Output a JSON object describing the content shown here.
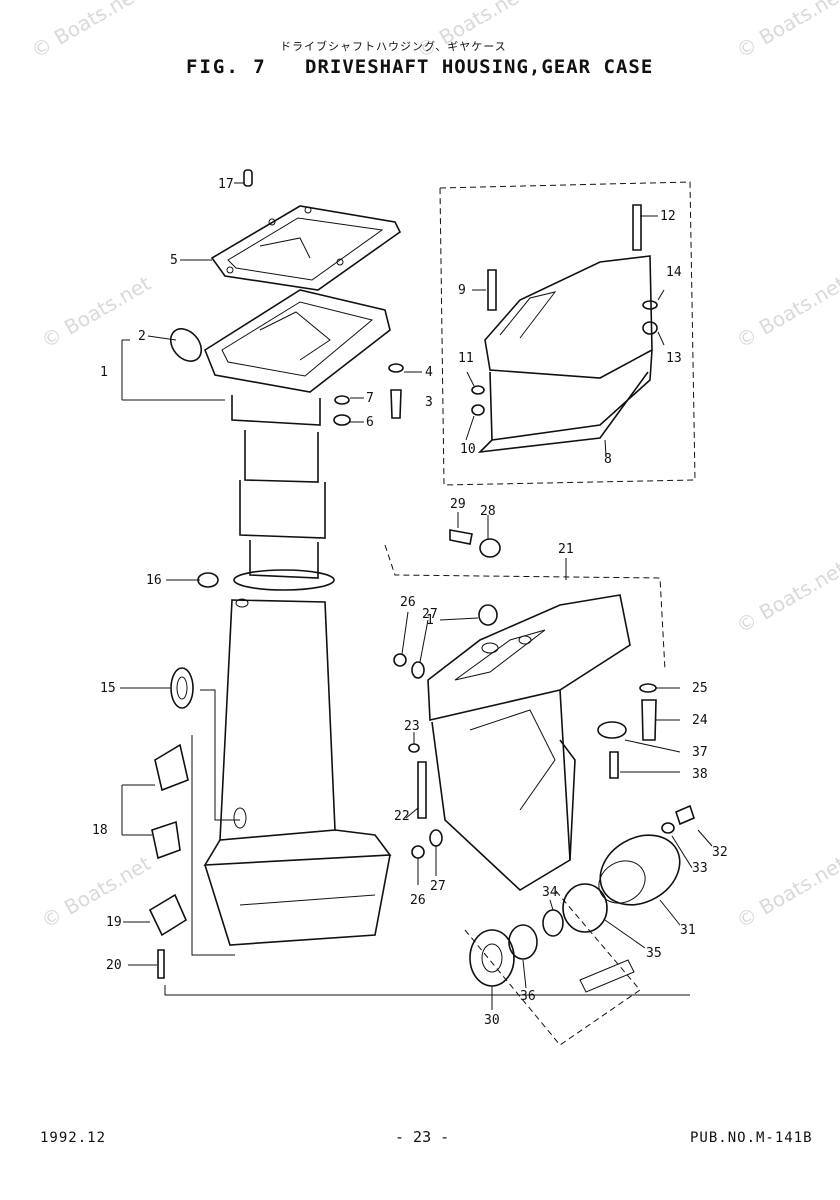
{
  "header": {
    "japanese_title": "ドライブシャフトハウジング、ギヤケース",
    "figure_number": "FIG.  7",
    "figure_title": "DRIVESHAFT HOUSING,GEAR CASE"
  },
  "footer": {
    "date": "1992.12",
    "page": "- 23 -",
    "publication": "PUB.NO.M-141B"
  },
  "watermarks": [
    "© Boats.net",
    "© Boats.net",
    "© Boats.net",
    "© Boats.net",
    "© Boats.net",
    "© Boats.net",
    "© Boats.net",
    "© Boats.net"
  ],
  "callouts": [
    "17",
    "5",
    "2",
    "1",
    "4",
    "7",
    "3",
    "6",
    "16",
    "15",
    "18",
    "19",
    "20",
    "12",
    "9",
    "14",
    "13",
    "11",
    "10",
    "8",
    "29",
    "28",
    "21",
    "26",
    "27",
    "1",
    "25",
    "24",
    "37",
    "38",
    "23",
    "22",
    "26",
    "27",
    "32",
    "33",
    "31",
    "34",
    "35",
    "30",
    "36"
  ]
}
